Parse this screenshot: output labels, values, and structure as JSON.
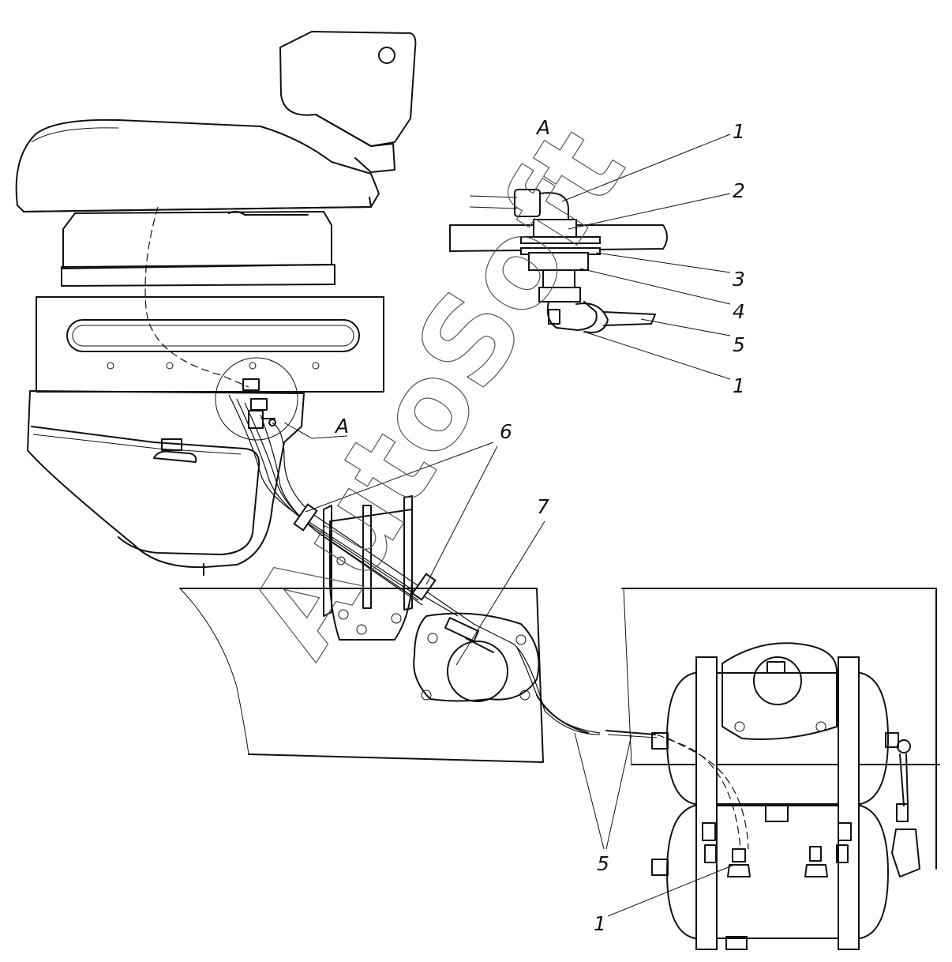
{
  "diagram": {
    "detail_view_letter": "A",
    "detail_marker_letter": "A",
    "callouts": {
      "detail_1_top": "1",
      "detail_2": "2",
      "detail_3": "3",
      "detail_4": "4",
      "detail_5": "5",
      "detail_1_bottom": "1",
      "main_6": "6",
      "main_7": "7",
      "main_5": "5",
      "main_1": "1"
    },
    "watermark": "AutoSoft"
  }
}
